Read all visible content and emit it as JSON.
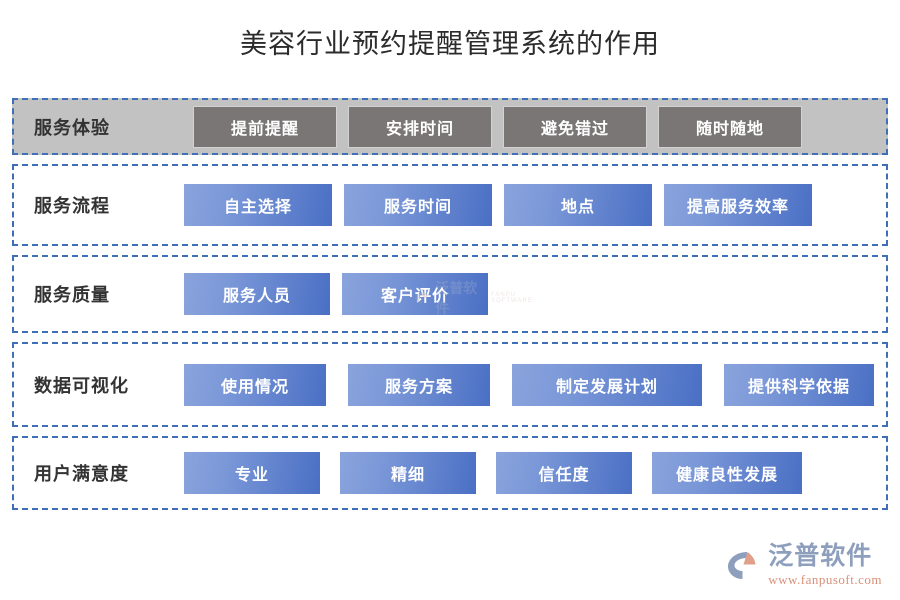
{
  "title": "美容行业预约提醒管理系统的作用",
  "colors": {
    "gray_row_bg": "#c2c2c2",
    "gray_node": "#7a7676",
    "blue_node_light": "#8aa3dc",
    "blue_node_dark": "#4a6fc4",
    "dashed_border": "#3f6fb5",
    "title_text": "#2b2b2b",
    "logo_blue": "#8e9fbd",
    "logo_orange": "#d98f78"
  },
  "rows": [
    {
      "label": "服务体验",
      "style": "gray",
      "nodes": [
        "提前提醒",
        "安排时间",
        "避免错过",
        "随时随地"
      ]
    },
    {
      "label": "服务流程",
      "style": "blue",
      "nodes": [
        "自主选择",
        "服务时间",
        "地点",
        "提高服务效率"
      ]
    },
    {
      "label": "服务质量",
      "style": "blue",
      "nodes": [
        "服务人员",
        "客户评价"
      ]
    },
    {
      "label": "数据可视化",
      "style": "blue",
      "nodes": [
        "使用情况",
        "服务方案",
        "制定发展计划",
        "提供科学依据"
      ]
    },
    {
      "label": "用户满意度",
      "style": "blue",
      "nodes": [
        "专业",
        "精细",
        "信任度",
        "健康良性发展"
      ]
    }
  ],
  "watermark": {
    "text": "泛普软件",
    "sub": "FANPU SOFTWARE"
  },
  "logo": {
    "name": "泛普软件",
    "url": "www.fanpusoft.com"
  }
}
